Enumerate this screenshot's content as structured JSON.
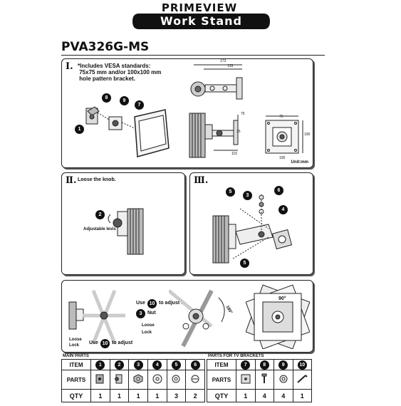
{
  "brand": "PRIMEVIEW",
  "banner": "Work Stand",
  "model": "PVA326G-MS",
  "section1": {
    "roman": "Ⅰ.",
    "note": "*Includes VESA standards:\n 75x75 mm and/or 100x100 mm\n hole pattern bracket.",
    "unit": "Unit:mm",
    "callouts": [
      "8",
      "9",
      "7",
      "1"
    ],
    "dims": [
      "173",
      "133",
      "75",
      "35",
      "75",
      "100",
      "100",
      "115"
    ]
  },
  "section2": {
    "roman": "Ⅱ.",
    "title": "Loose the knob.",
    "label": "Adjustable levis",
    "callouts": [
      "2"
    ]
  },
  "section3": {
    "roman": "Ⅲ.",
    "callouts": [
      "5",
      "3",
      "6",
      "4",
      "5"
    ]
  },
  "section4": {
    "use1_a": "Use",
    "use1_b": "to adjust &",
    "nut": "Nut",
    "loose": "Loose",
    "lock": "Lock",
    "use2_a": "Use",
    "use2_b": "to adjust",
    "angle1": "180°",
    "angle2": "90°",
    "callouts": [
      "10",
      "3",
      "10"
    ]
  },
  "main_parts": {
    "title": "MAIN PARTS",
    "row_item": "ITEM",
    "row_parts": "PARTS",
    "row_qty": "QTY",
    "items": [
      "1",
      "2",
      "3",
      "4",
      "5",
      "6"
    ],
    "qty": [
      "1",
      "1",
      "1",
      "1",
      "3",
      "2"
    ]
  },
  "tv_parts": {
    "title": "PARTS FOR TV BRACKETS",
    "row_item": "ITEM",
    "row_parts": "PARTS",
    "row_qty": "QTY",
    "items": [
      "7",
      "8",
      "9",
      "10"
    ],
    "qty": [
      "1",
      "4",
      "4",
      "1"
    ]
  }
}
